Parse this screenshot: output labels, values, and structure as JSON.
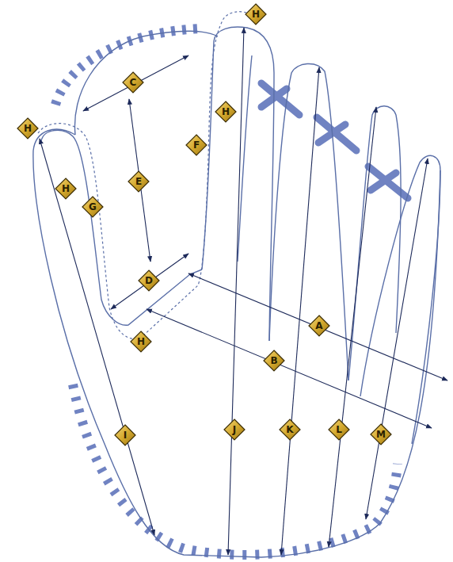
{
  "diagram": {
    "nodes": [
      {
        "text": [
          "H"
        ]
      },
      {
        "text": [
          "C"
        ]
      },
      {
        "text": [
          "H"
        ]
      },
      {
        "text": [
          "H"
        ]
      },
      {
        "text": [
          "F"
        ]
      },
      {
        "text": [
          "E"
        ]
      },
      {
        "text": [
          "H"
        ]
      },
      {
        "text": [
          "G"
        ]
      },
      {
        "text": [
          "D"
        ]
      },
      {
        "text": [
          "A"
        ]
      },
      {
        "text": [
          "H"
        ]
      },
      {
        "text": [
          "B"
        ]
      },
      {
        "text": [
          "I"
        ]
      },
      {
        "text": [
          "J"
        ]
      },
      {
        "text": [
          "K"
        ]
      },
      {
        "text": [
          "L"
        ]
      },
      {
        "text": [
          "M"
        ]
      }
    ]
  }
}
